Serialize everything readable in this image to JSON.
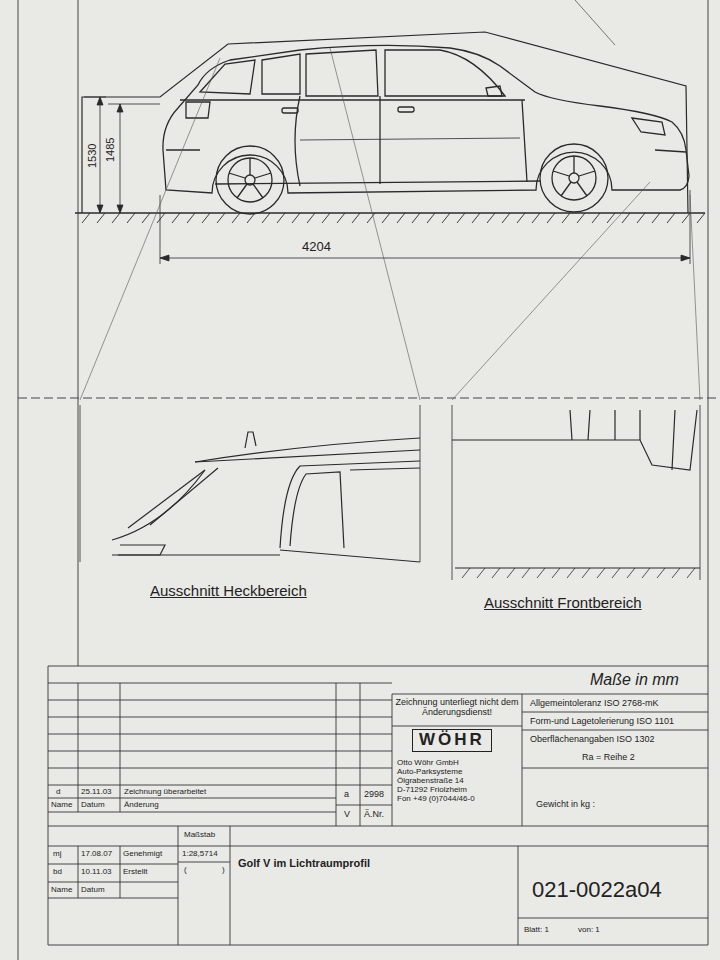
{
  "diagram": {
    "title": "Golf V im Lichtraumprofil",
    "labels": [
      "1530",
      "1485",
      "4204",
      "Ausschnitt Heckbereich",
      "Ausschnitt Frontbereich",
      "Maße in mm",
      "Zeichnung unterliegt nicht dem Änderungsdienst!",
      "Allgemeintoleranz ISO 2768-mK",
      "Form-und Lagetolerierung ISO 1101",
      "Oberflächenangaben ISO 1302",
      "Ra = Reihe 2",
      "WÖHR",
      "Otto Wöhr GmbH",
      "Auto-Parksysteme",
      "Ölgrabenstraße 14",
      "D-71292 Friolzheim",
      "Fon +49 (0)7044/46-0",
      "d",
      "25.11.03",
      "Zeichnung überarbeitet",
      "Name",
      "Datum",
      "Änderung",
      "a",
      "2998",
      "V",
      "Ä.Nr.",
      "Gewicht in kg :",
      "mj",
      "17.08.07",
      "Genehmigt",
      "bd",
      "10.11.03",
      "Erstellt",
      "Name",
      "Datum",
      "Maßstab",
      "1:28,5714",
      "(",
      ")",
      "021-0022a04",
      "Blatt: 1",
      "von: 1"
    ]
  }
}
